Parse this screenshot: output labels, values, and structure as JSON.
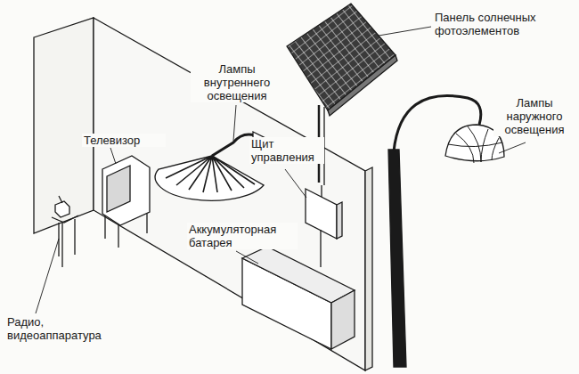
{
  "diagram": {
    "labels": [
      "Панель солнечных фотоэлементов",
      "Лампы внутреннего освещения",
      "Телевизор",
      "Лампы наружного освещения",
      "Щит управления",
      "Аккумуляторная батарея",
      "Радио, видеоаппаратура"
    ]
  }
}
